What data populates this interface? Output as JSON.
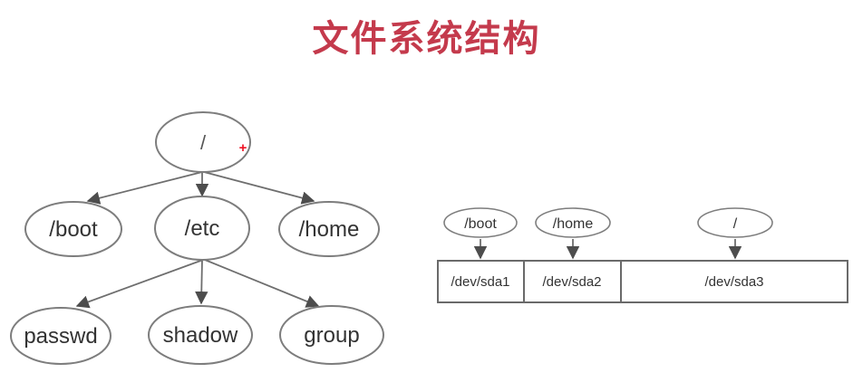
{
  "title": {
    "text": "文件系统结构"
  },
  "colors": {
    "title": "#c43a4c",
    "shape_stroke": "#7d7d7d",
    "edge": "#6e6e6e",
    "label_text": "#333333",
    "cursor": "#ee1122",
    "background": "#ffffff"
  },
  "cursor_marker": "+",
  "tree": {
    "root": {
      "label": "/"
    },
    "level2": [
      {
        "label": "/boot"
      },
      {
        "label": "/etc"
      },
      {
        "label": "/home"
      }
    ],
    "level3": [
      {
        "label": "passwd"
      },
      {
        "label": "shadow"
      },
      {
        "label": "group"
      }
    ]
  },
  "partition_map": {
    "mounts": [
      {
        "label": "/boot"
      },
      {
        "label": "/home"
      },
      {
        "label": "/"
      }
    ],
    "partitions": [
      {
        "label": "/dev/sda1"
      },
      {
        "label": "/dev/sda2"
      },
      {
        "label": "/dev/sda3"
      }
    ]
  }
}
